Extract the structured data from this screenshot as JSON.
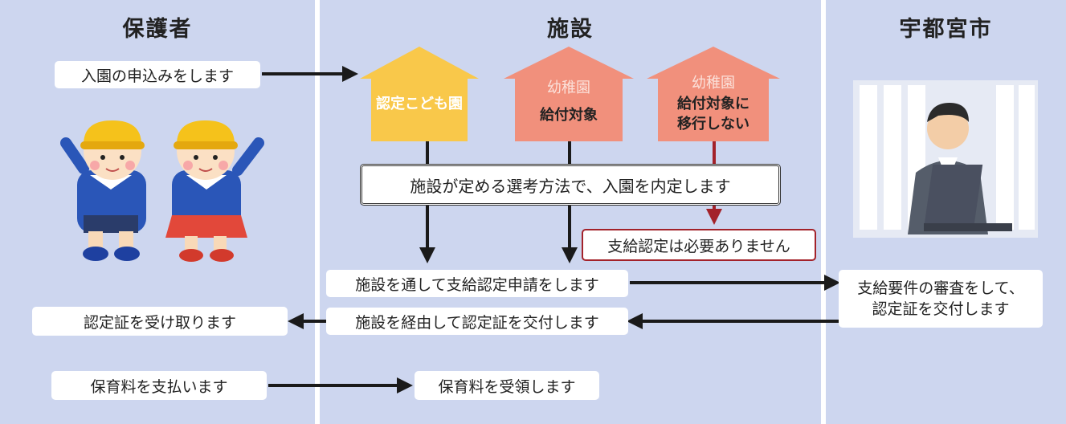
{
  "columns": {
    "guardian": "保護者",
    "facility": "施設",
    "city": "宇都宮市"
  },
  "houses": {
    "kodomoen": {
      "lines": [
        "認定こども園"
      ]
    },
    "youchien_benefit": {
      "title": "幼稚園",
      "lines": [
        "給付対象"
      ]
    },
    "youchien_nobenefit": {
      "title": "幼稚園",
      "lines": [
        "給付対象に",
        "移行しない"
      ]
    }
  },
  "flow": {
    "apply": "入園の申込みをします",
    "selection": "施設が定める選考方法で、入園を内定します",
    "no_cert": "支給認定は必要ありません",
    "apply_cert": "施設を通して支給認定申請をします",
    "review_1": "支給要件の審査をして、",
    "review_2": "認定証を交付します",
    "receive_cert": "認定証を受け取ります",
    "issue_cert": "施設を経由して認定証を交付します",
    "pay_fee": "保育料を支払います",
    "receive_fee": "保育料を受領します"
  },
  "colors": {
    "background": "#cdd6ef",
    "house_yellow": "#f9c84a",
    "house_salmon": "#f1907c",
    "arrow": "#1a1a1a",
    "arrow_red": "#a3222a"
  }
}
